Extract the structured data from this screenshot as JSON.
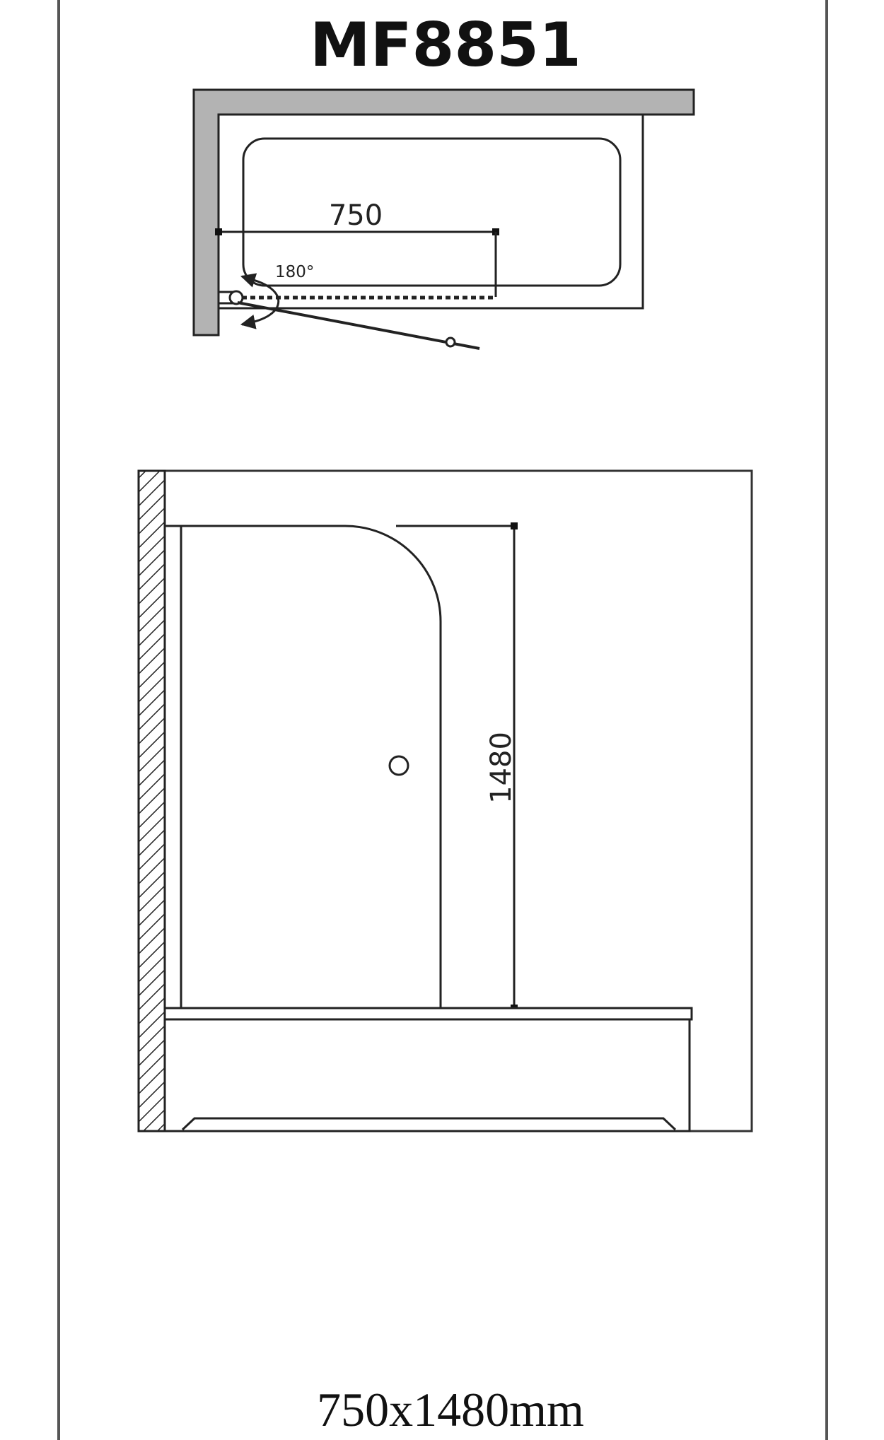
{
  "model": "MF8851",
  "top_view": {
    "width_label": "750",
    "angle_label": "180°"
  },
  "front_view": {
    "height_label": "1480"
  },
  "size_label": "750x1480mm",
  "colors": {
    "line": "#222222",
    "frame": "#555555",
    "wall_fill": "#b3b3b3",
    "background": "#ffffff"
  }
}
